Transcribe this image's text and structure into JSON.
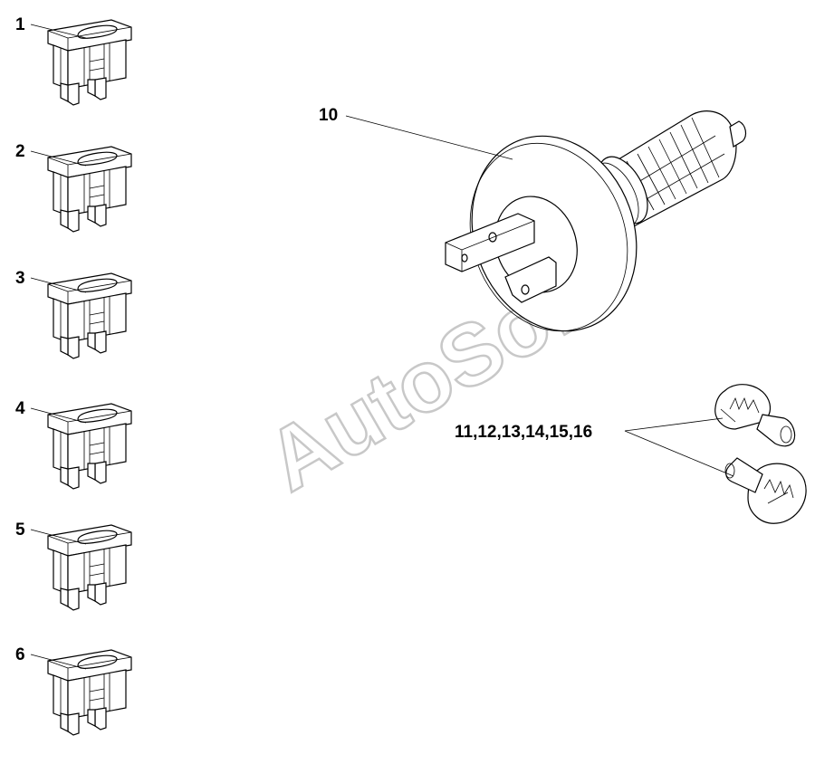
{
  "callouts": {
    "c1": "1",
    "c2": "2",
    "c3": "3",
    "c4": "4",
    "c5": "5",
    "c6": "6",
    "c10": "10",
    "c11": "11,12,13,14,15,16"
  },
  "watermark": "AutoSoft"
}
